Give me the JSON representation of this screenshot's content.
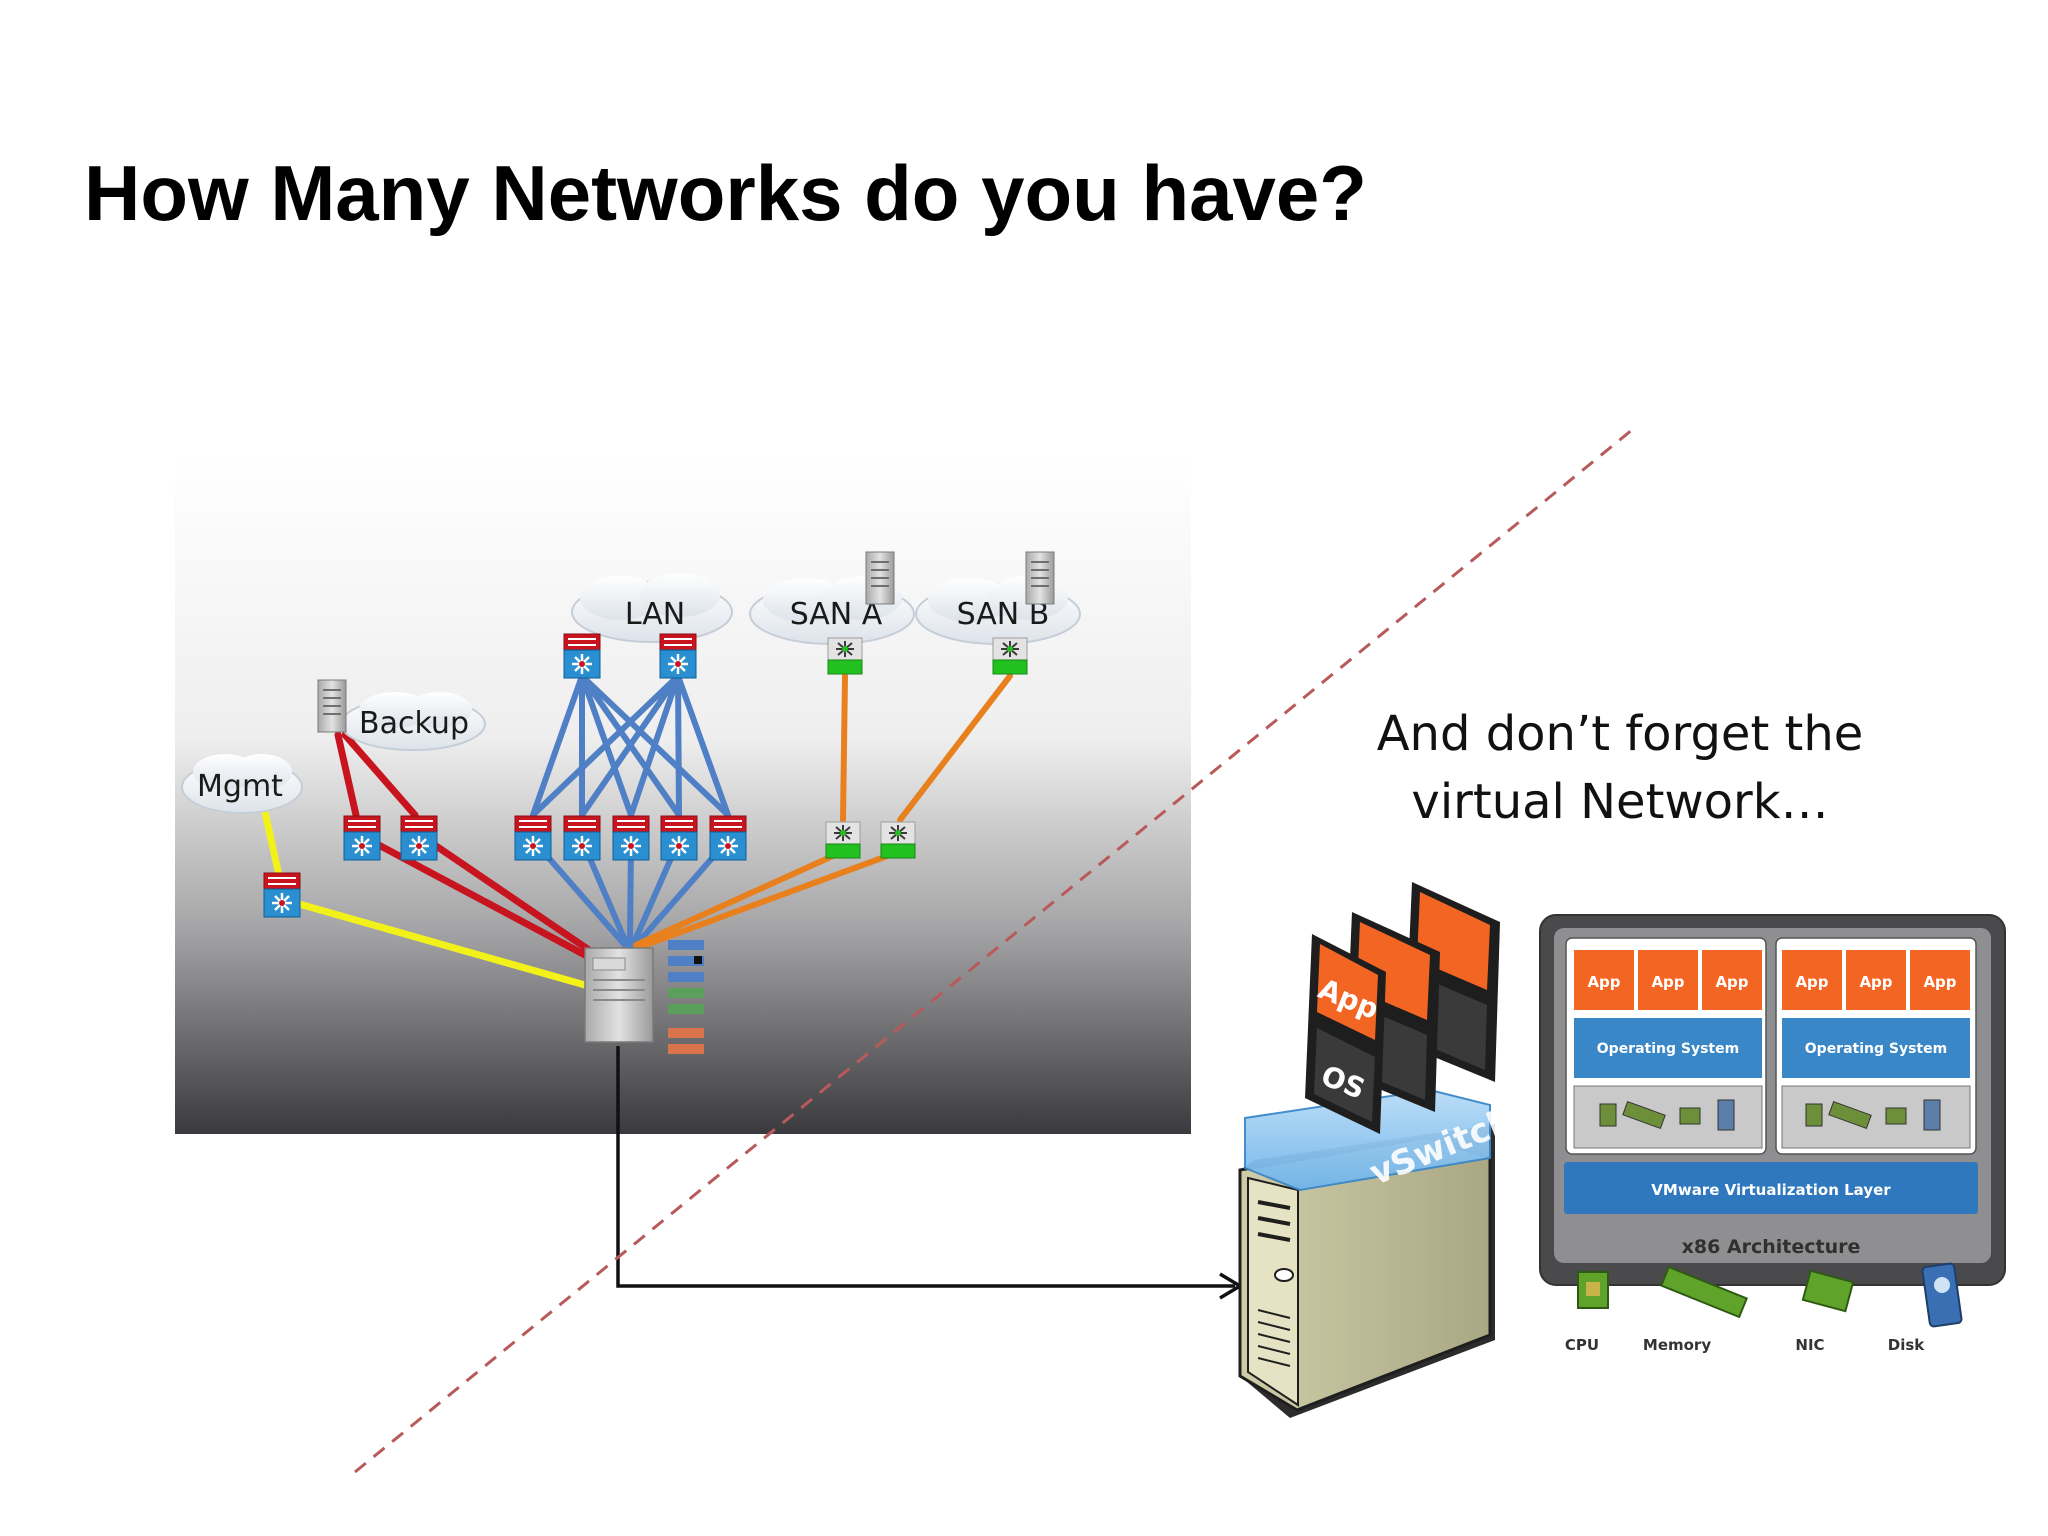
{
  "slide": {
    "title": "How Many Networks do you have?",
    "note_line1": "And don’t forget the",
    "note_line2": "virtual Network…"
  },
  "clouds": {
    "lan": "LAN",
    "san_a": "SAN A",
    "san_b": "SAN B",
    "backup": "Backup",
    "mgmt": "Mgmt"
  },
  "vm_stack": {
    "app": "App",
    "os": "OS",
    "vswitch": "vSwitch"
  },
  "vmware_arch": {
    "app": "App",
    "operating_system": "Operating System",
    "virtualization_layer": "VMware Virtualization Layer",
    "architecture": "x86 Architecture",
    "hardware": [
      "CPU",
      "Memory",
      "NIC",
      "Disk"
    ]
  },
  "colors": {
    "lan": "#4f7fc4",
    "san": "#e8801e",
    "backup": "#c8141e",
    "mgmt": "#f2f21a",
    "divider": "#b85a5a",
    "app_orange": "#f26522",
    "os_blue": "#3a87c8"
  }
}
